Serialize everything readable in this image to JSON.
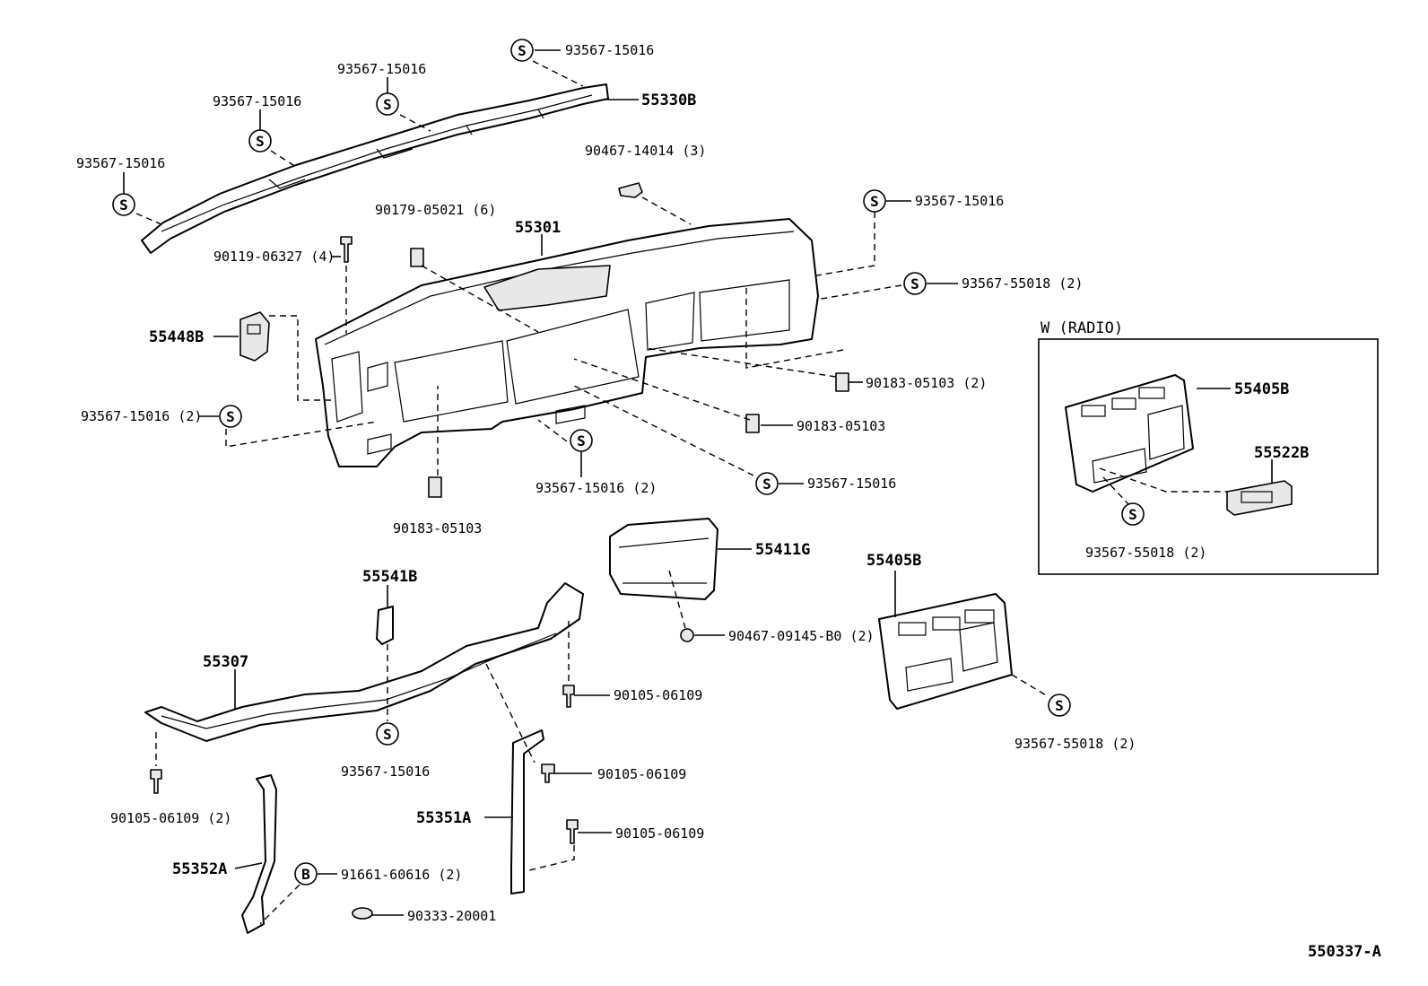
{
  "labels": {
    "p93567_15016_top": "93567-15016",
    "p55330B": "55330B",
    "p93567_15016_a": "93567-15016",
    "p93567_15016_b": "93567-15016",
    "p93567_15016_c": "93567-15016",
    "p90467_14014": "90467-14014 (3)",
    "p93567_15016_right": "93567-15016",
    "p90179_05021": "90179-05021 (6)",
    "p55301": "55301",
    "p90119_06327": "90119-06327 (4)",
    "p93567_55018_top": "93567-55018 (2)",
    "p55448B": "55448B",
    "p90183_05103_2": "90183-05103 (2)",
    "p93567_15016_left2": "93567-15016 (2)",
    "p90183_05103_mid": "90183-05103",
    "p93567_15016_center2": "93567-15016 (2)",
    "p93567_15016_lower": "93567-15016",
    "p90183_05103_low": "90183-05103",
    "p55411G": "55411G",
    "p55541B": "55541B",
    "p90467_09145": "90467-09145-B0 (2)",
    "p55405B": "55405B",
    "p55307": "55307",
    "p90105_06109_a": "90105-06109",
    "p93567_15016_bottom": "93567-15016",
    "p90105_06109_b": "90105-06109",
    "p93567_55018_low": "93567-55018 (2)",
    "p90105_06109_2": "90105-06109 (2)",
    "p55351A": "55351A",
    "p90105_06109_c": "90105-06109",
    "p55352A": "55352A",
    "p91661_60616": "91661-60616 (2)",
    "p90333_20001": "90333-20001"
  },
  "radio_inset": {
    "title": "W (RADIO)",
    "p55405B": "55405B",
    "p55522B": "55522B",
    "p93567_55018": "93567-55018 (2)"
  },
  "symbols": {
    "screw": "S",
    "bolt": "B"
  },
  "catalog_number": "550337-A"
}
